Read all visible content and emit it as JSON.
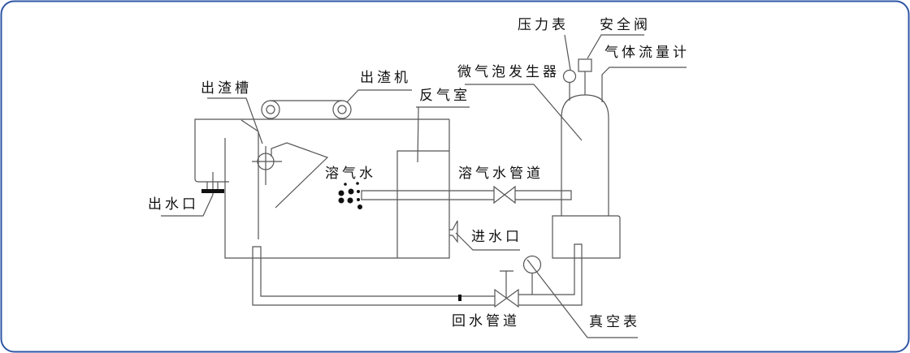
{
  "diagram": {
    "border_color": "#2e55a5",
    "line_color": "#555555",
    "labels": {
      "slag_trough": "出渣槽",
      "slag_machine": "出渣机",
      "reverse_air_chamber": "反气室",
      "microbubble_generator": "微气泡发生器",
      "pressure_gauge": "压力表",
      "safety_valve": "安全阀",
      "gas_flowmeter": "气体流量计",
      "dissolved_air_water": "溶气水",
      "dissolved_air_pipe": "溶气水管道",
      "water_outlet": "出水口",
      "water_inlet": "进水口",
      "return_pipe": "回水管道",
      "vacuum_gauge": "真空表"
    }
  }
}
